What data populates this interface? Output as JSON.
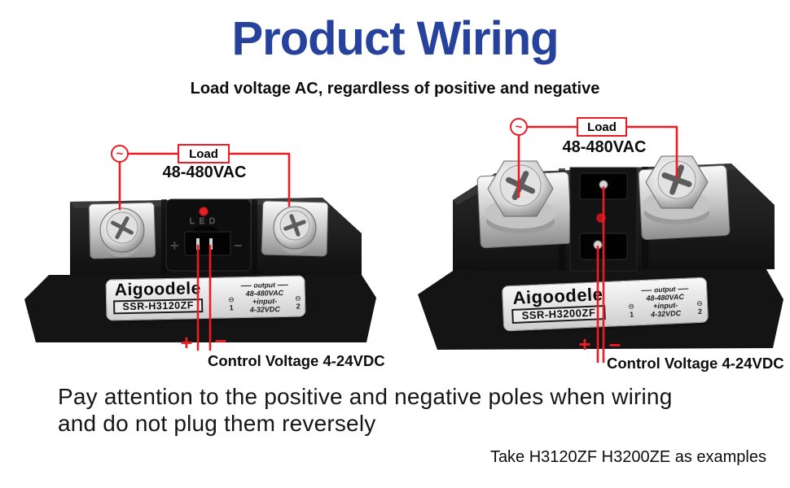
{
  "page": {
    "title": "Product Wiring",
    "subtitle": "Load voltage AC, regardless of positive and negative",
    "note_line1": "Pay attention to the positive and negative poles when wiring",
    "note_line2": "and do not plug them reversely",
    "example_note": "Take H3120ZF H3200ZE as examples"
  },
  "colors": {
    "title_blue": "#27429d",
    "wire_red": "#ec1c24",
    "relay_black": "#1a1a1a",
    "label_silver": "#e9e9e9"
  },
  "units": [
    {
      "side": "left",
      "ac_symbol": "~",
      "load_label": "Load",
      "load_voltage": "48-480VAC",
      "brand": "Aigoodele",
      "model": "SSR-H3120ZF",
      "led_label": "LED",
      "panel_plus": "+",
      "panel_minus": "−",
      "wire_plus": "+",
      "wire_minus": "−",
      "control_voltage": "Control Voltage 4-24VDC",
      "spec": {
        "output_label": "output",
        "output_value": "48-480VAC",
        "input_label": "+input-",
        "input_value": "4-32VDC",
        "terminal_left": "1",
        "terminal_right": "2"
      }
    },
    {
      "side": "right",
      "ac_symbol": "~",
      "load_label": "Load",
      "load_voltage": "48-480VAC",
      "brand": "Aigoodele",
      "model": "SSR-H3200ZF",
      "wire_plus": "+",
      "wire_minus": "−",
      "control_voltage": "Control Voltage 4-24VDC",
      "spec": {
        "output_label": "output",
        "output_value": "48-480VAC",
        "input_label": "+input-",
        "input_value": "4-32VDC",
        "terminal_left": "1",
        "terminal_right": "2"
      }
    }
  ]
}
